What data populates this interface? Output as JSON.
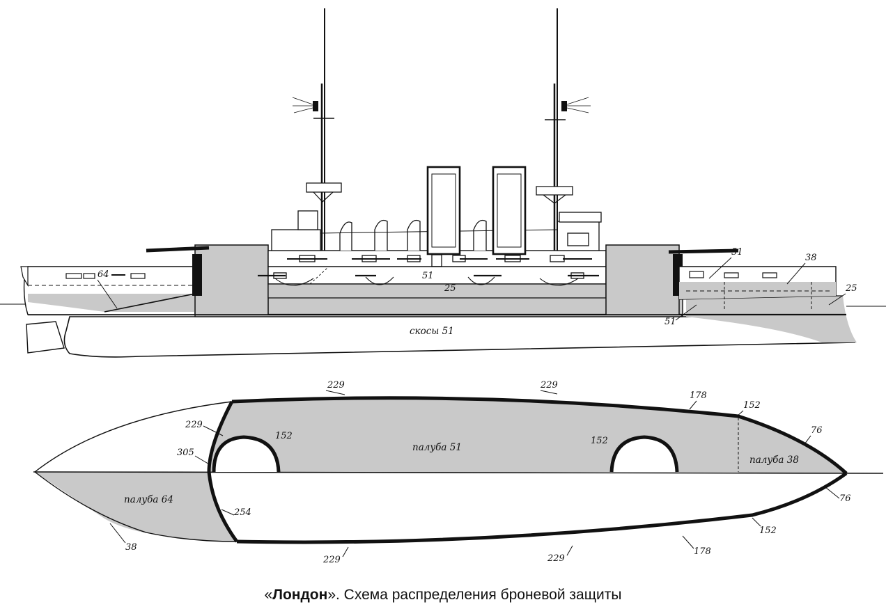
{
  "caption": {
    "open_quote": "«",
    "ship_name": "Лондон",
    "close_quote": "»",
    "rest": ". Схема распределения броневой защиты"
  },
  "profile_labels": {
    "bow_belt_64": "64",
    "casemate_51": "51",
    "deck_25_mid": "25",
    "stern_upper_51": "51",
    "stern_38": "38",
    "stern_25": "25",
    "stern_lower_51": "51",
    "slopes": "скосы 51"
  },
  "plan_labels": {
    "top_229_left": "229",
    "top_229_right": "229",
    "top_178": "178",
    "top_152_right": "152",
    "bulkhead_229": "229",
    "barbette_fwd_152": "152",
    "barbette_aft_152": "152",
    "bow_305": "305",
    "deck_51": "палуба 51",
    "deck_38": "палуба 38",
    "deck_64": "палуба 64",
    "stern_76_upper": "76",
    "stern_76_lower": "76",
    "bulkhead_254": "254",
    "bottom_38": "38",
    "bottom_229_left": "229",
    "bottom_229_right": "229",
    "bottom_178": "178",
    "bottom_152": "152"
  },
  "colors": {
    "armor_fill": "#c9c9c9",
    "line": "#111111",
    "background": "#ffffff"
  }
}
